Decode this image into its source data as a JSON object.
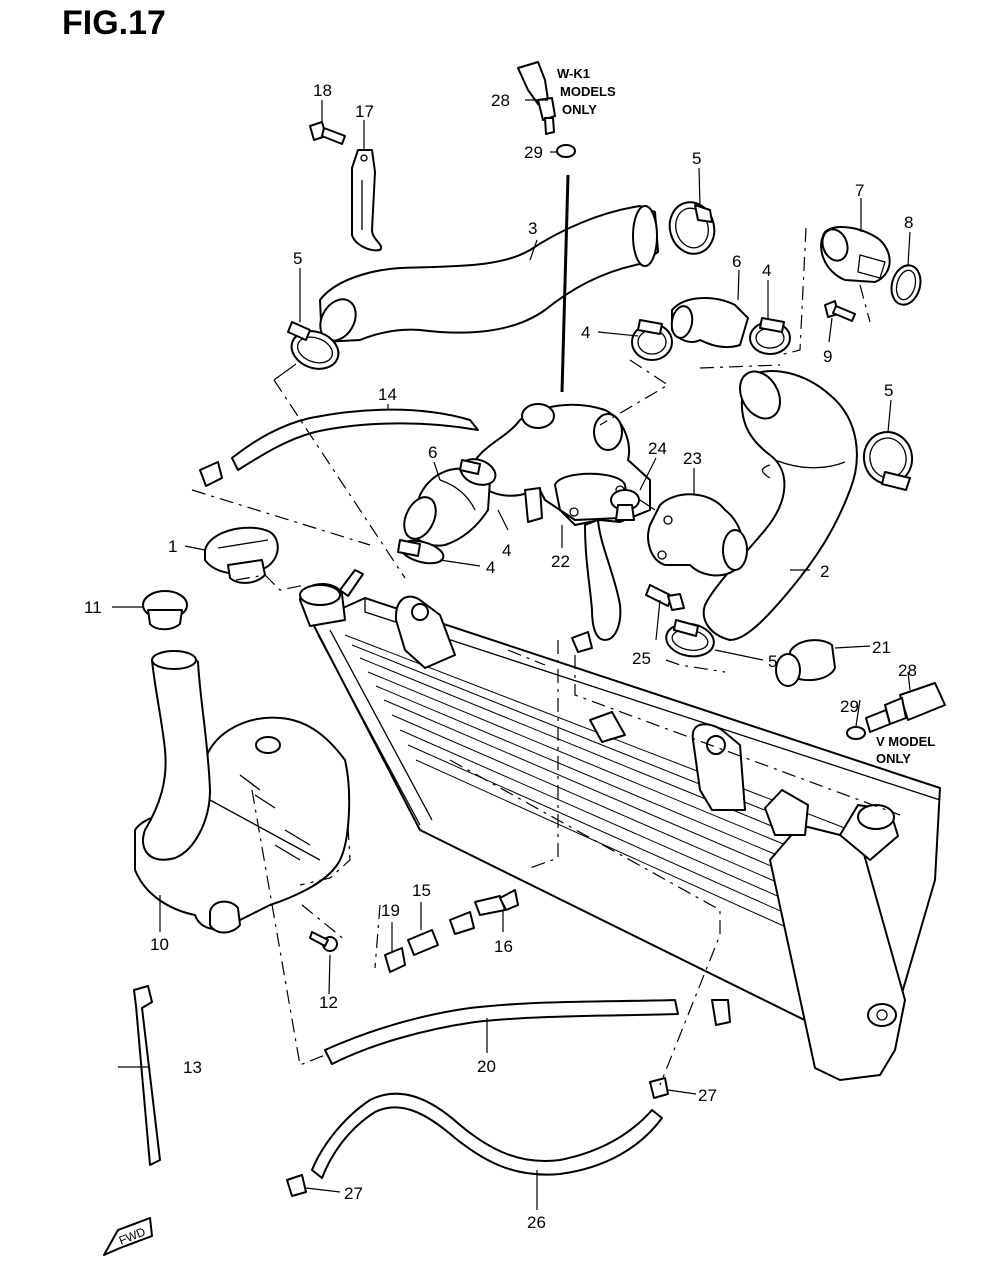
{
  "figure": {
    "title": "FIG.17",
    "fwd_label": "FWD"
  },
  "callouts": {
    "c1": "1",
    "c2": "2",
    "c3": "3",
    "c4a": "4",
    "c4b": "4",
    "c4c": "4",
    "c4d": "4",
    "c5a": "5",
    "c5b": "5",
    "c5c": "5",
    "c5d": "5",
    "c6a": "6",
    "c6b": "6",
    "c7": "7",
    "c8": "8",
    "c9": "9",
    "c10": "10",
    "c11": "11",
    "c12": "12",
    "c13": "13",
    "c14": "14",
    "c15": "15",
    "c16": "16",
    "c17": "17",
    "c18": "18",
    "c19": "19",
    "c20": "20",
    "c21": "21",
    "c22": "22",
    "c23": "23",
    "c24": "24",
    "c25": "25",
    "c26": "26",
    "c27a": "27",
    "c27b": "27",
    "c28a": "28",
    "c28b": "28",
    "c29a": "29",
    "c29b": "29"
  },
  "notes": {
    "wk1_line1": "W-K1",
    "wk1_line2": "MODELS",
    "wk1_line3": "ONLY",
    "v_line1": "V MODEL",
    "v_line2": "ONLY"
  }
}
